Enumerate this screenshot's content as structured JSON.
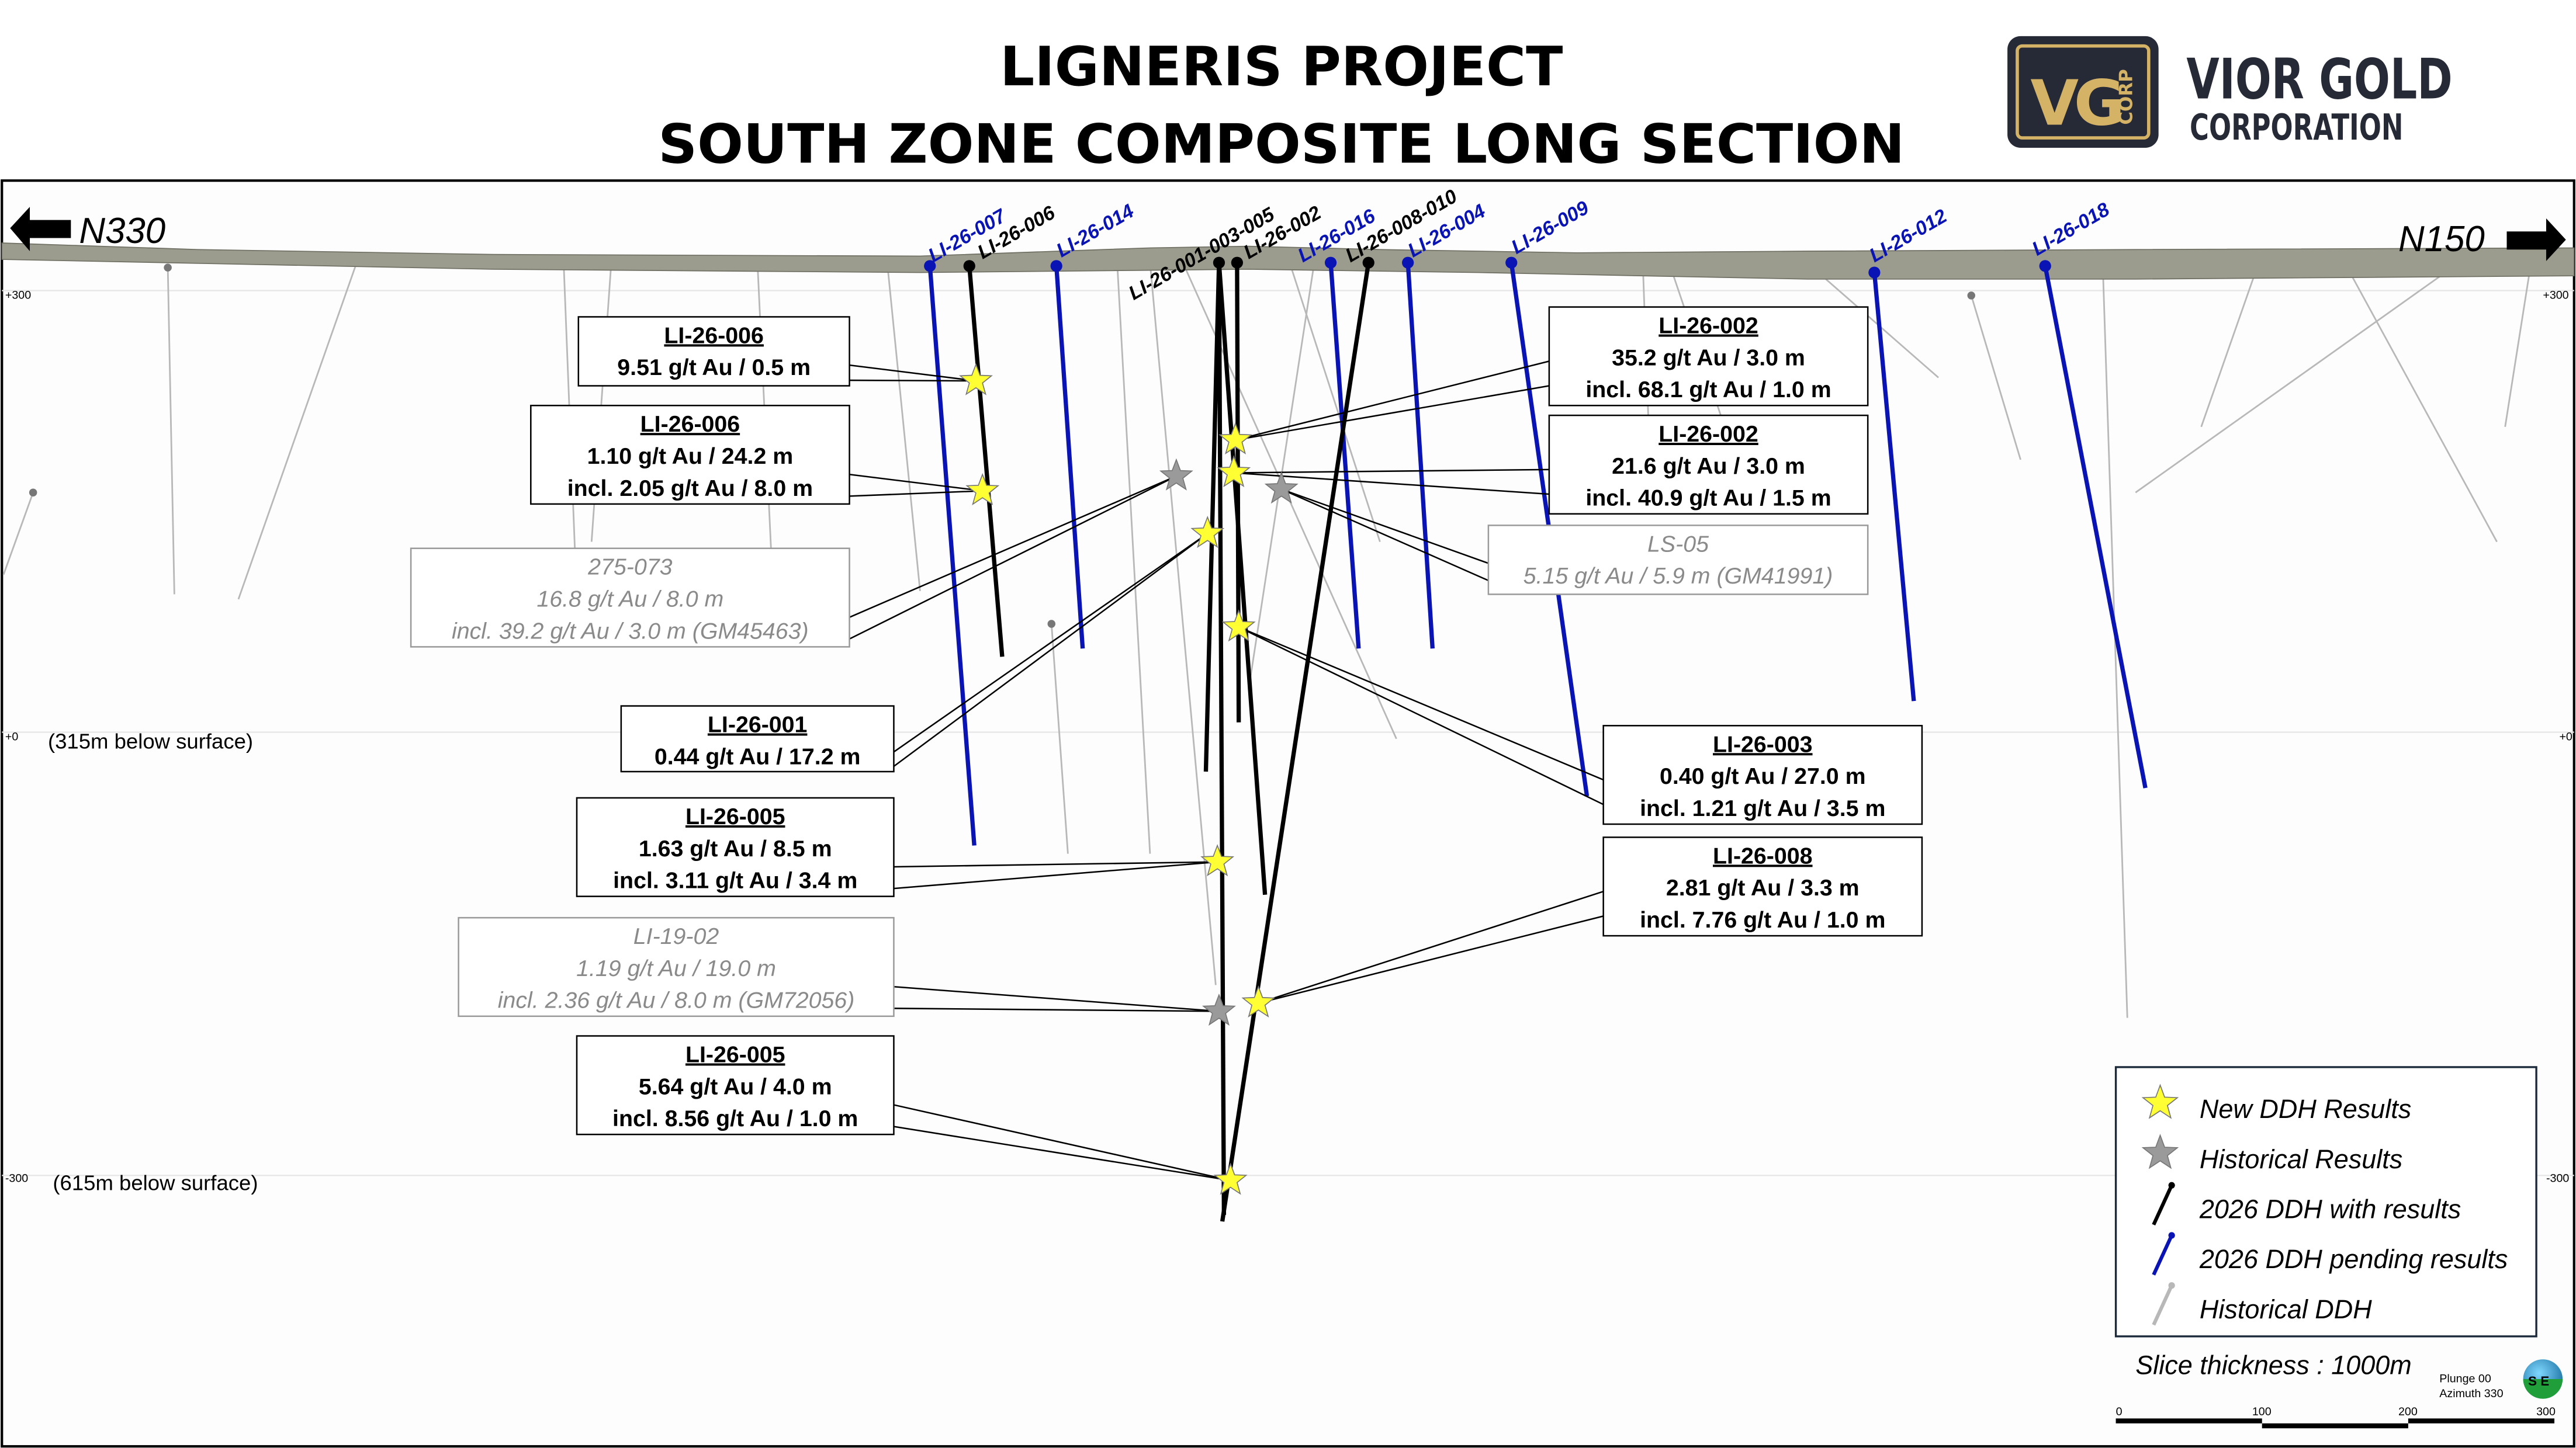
{
  "title": {
    "line1": "LIGNERIS PROJECT",
    "line2": "SOUTH ZONE COMPOSITE LONG SECTION"
  },
  "logo": {
    "mark": "VG CORP",
    "name": "VIOR GOLD",
    "sub": "CORPORATION",
    "dark": "#262a36",
    "gold": "#d4b266"
  },
  "directions": {
    "left": "N330",
    "right": "N150"
  },
  "elevations": {
    "top": "+300",
    "mid": "+0",
    "bottom": "-300",
    "mid_note": "(315m below surface)",
    "bottom_note": "(615m below surface)"
  },
  "holes": [
    {
      "label": "LI-26-007",
      "status": "pending"
    },
    {
      "label": "LI-26-006",
      "status": "results"
    },
    {
      "label": "LI-26-014",
      "status": "pending"
    },
    {
      "label": "LI-26-001-003-005",
      "status": "results"
    },
    {
      "label": "LI-26-002",
      "status": "results"
    },
    {
      "label": "LI-26-016",
      "status": "pending"
    },
    {
      "label": "LI-26-008-010",
      "status": "results"
    },
    {
      "label": "LI-26-004",
      "status": "pending"
    },
    {
      "label": "LI-26-009",
      "status": "pending"
    },
    {
      "label": "LI-26-012",
      "status": "pending"
    },
    {
      "label": "LI-26-018",
      "status": "pending"
    }
  ],
  "callouts": [
    {
      "type": "new",
      "lines": [
        "LI-26-006",
        "9.51 g/t Au / 0.5 m"
      ]
    },
    {
      "type": "new",
      "lines": [
        "LI-26-006",
        "1.10 g/t Au / 24.2 m",
        "incl. 2.05 g/t Au / 8.0 m"
      ]
    },
    {
      "type": "historical",
      "lines": [
        "275-073",
        "16.8 g/t Au / 8.0 m",
        "incl. 39.2 g/t Au / 3.0 m (GM45463)"
      ]
    },
    {
      "type": "new",
      "lines": [
        "LI-26-001",
        "0.44 g/t Au / 17.2 m"
      ]
    },
    {
      "type": "new",
      "lines": [
        "LI-26-005",
        "1.63 g/t Au / 8.5 m",
        "incl. 3.11 g/t Au / 3.4 m"
      ]
    },
    {
      "type": "historical",
      "lines": [
        "LI-19-02",
        "1.19 g/t Au / 19.0 m",
        "incl. 2.36 g/t Au / 8.0 m (GM72056)"
      ]
    },
    {
      "type": "new",
      "lines": [
        "LI-26-005",
        "5.64 g/t Au / 4.0 m",
        "incl. 8.56 g/t Au / 1.0 m"
      ]
    },
    {
      "type": "new",
      "lines": [
        "LI-26-002",
        "35.2 g/t Au / 3.0 m",
        "incl. 68.1 g/t Au / 1.0 m"
      ]
    },
    {
      "type": "new",
      "lines": [
        "LI-26-002",
        "21.6 g/t Au / 3.0 m",
        "incl. 40.9 g/t Au / 1.5 m"
      ]
    },
    {
      "type": "historical",
      "lines": [
        "LS-05",
        "5.15 g/t Au / 5.9 m (GM41991)"
      ]
    },
    {
      "type": "new",
      "lines": [
        "LI-26-003",
        "0.40 g/t Au / 27.0 m",
        "incl. 1.21 g/t Au / 3.5 m"
      ]
    },
    {
      "type": "new",
      "lines": [
        "LI-26-008",
        "2.81 g/t Au / 3.3 m",
        "incl. 7.76 g/t Au / 1.0 m"
      ]
    }
  ],
  "legend": {
    "items": [
      {
        "icon": "yellow-star-icon",
        "label": "New DDH Results"
      },
      {
        "icon": "grey-star-icon",
        "label": "Historical Results"
      },
      {
        "icon": "black-line-icon",
        "label": "2026 DDH with results"
      },
      {
        "icon": "blue-line-icon",
        "label": "2026 DDH pending results"
      },
      {
        "icon": "grey-line-icon",
        "label": "Historical DDH"
      }
    ]
  },
  "slice_thickness": "Slice thickness : 1000m",
  "view": {
    "plunge": "Plunge 00",
    "azimuth": "Azimuth 330",
    "compass": "S E"
  },
  "scale_bar": {
    "ticks": [
      "0",
      "100",
      "200",
      "300"
    ]
  },
  "colors": {
    "new_star": "#ffff33",
    "hist_star": "#9a9a9a",
    "results_hole": "#000000",
    "pending_hole": "#0a14b4",
    "historical_hole": "#b8b8b8"
  }
}
